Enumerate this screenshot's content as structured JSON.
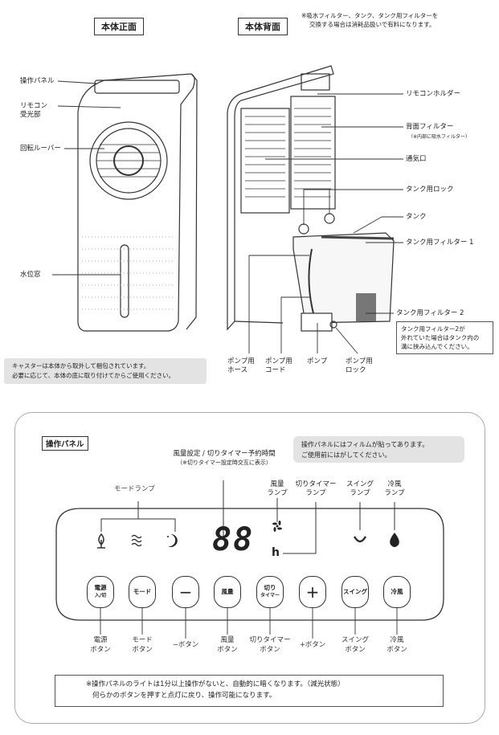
{
  "top": {
    "front_title": "本体正面",
    "back_title": "本体背面",
    "consumables_note": [
      "※吸水フィルター、タンク、タンク用フィルターを",
      "交換する場合は消耗品扱いで有料になります。"
    ],
    "front_labels": {
      "panel": "操作パネル",
      "remote_receiver": [
        "リモコン",
        "受光部"
      ],
      "louver": "回転ルーバー",
      "water_window": "水位窓"
    },
    "back_labels": {
      "remote_holder": "リモコンホルダー",
      "back_filter": "背面フィルター",
      "back_filter_sub": "（※内部に吸水フィルター）",
      "vent": "通気口",
      "tank_lock": "タンク用ロック",
      "tank": "タンク",
      "tank_filter1": "タンク用フィルター 1",
      "tank_filter2": "タンク用フィルター 2",
      "pump_hose": [
        "ポンプ用",
        "ホース"
      ],
      "pump_cord": [
        "ポンプ用",
        "コード"
      ],
      "pump": "ポンプ",
      "pump_lock": [
        "ポンプ用",
        "ロック"
      ]
    },
    "filter2_note": [
      "タンク用フィルター2が",
      "外れていた場合はタンク内の",
      "溝に挟み込んでください。"
    ],
    "caster_note": [
      "キャスターは本体から取外して梱包されています。",
      "必要に応じて、本体の底に取り付けてからご使用ください。"
    ]
  },
  "panel": {
    "title": "操作パネル",
    "film_note": [
      "操作パネルにはフィルムが貼ってあります。",
      "ご使用前にはがしてください。"
    ],
    "display_label": [
      "風量設定 / 切りタイマー予約時間",
      "（※切りタイマー設定時交互に表示）"
    ],
    "mode_lamp": "モードランプ",
    "wind_lamp": [
      "風量",
      "ランプ"
    ],
    "timer_lamp": [
      "切りタイマー",
      "ランプ"
    ],
    "swing_lamp": [
      "スイング",
      "ランプ"
    ],
    "cool_lamp": [
      "冷風",
      "ランプ"
    ],
    "display_value": "88",
    "hour_unit": "h",
    "buttons": [
      {
        "face": [
          "電源",
          "入/切"
        ],
        "label": [
          "電源",
          "ボタン"
        ]
      },
      {
        "face": [
          "モード"
        ],
        "label": [
          "モード",
          "ボタン"
        ]
      },
      {
        "face": [
          "−"
        ],
        "label": [
          "−ボタン"
        ]
      },
      {
        "face": [
          "風量"
        ],
        "label": [
          "風量",
          "ボタン"
        ]
      },
      {
        "face": [
          "切り",
          "タイマー"
        ],
        "label": [
          "切りタイマー",
          "ボタン"
        ]
      },
      {
        "face": [
          "+"
        ],
        "label": [
          "+ボタン"
        ]
      },
      {
        "face": [
          "スイング"
        ],
        "label": [
          "スイング",
          "ボタン"
        ]
      },
      {
        "face": [
          "冷風"
        ],
        "label": [
          "冷風",
          "ボタン"
        ]
      }
    ],
    "dim_note": [
      "※操作パネルのライトは1分以上操作がないと、自動的に暗くなります。（減光状態）",
      "何らかのボタンを押すと点灯に戻り、操作可能になります。"
    ]
  }
}
